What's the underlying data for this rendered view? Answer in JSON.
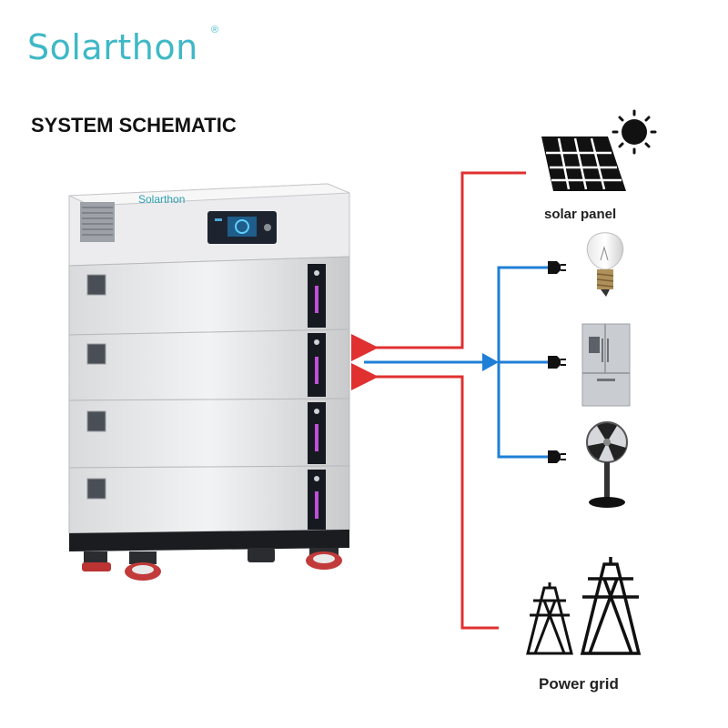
{
  "brand": {
    "name": "Solarthon",
    "registered_mark": "®"
  },
  "title": "SYSTEM SCHEMATIC",
  "battery": {
    "brand_label": "Solarthon",
    "module_count": 4,
    "wheel_count": 4
  },
  "components": {
    "solar_panel": {
      "label": "solar panel",
      "icon": "solar-panel-icon"
    },
    "loads": [
      {
        "icon": "light-bulb-icon"
      },
      {
        "icon": "refrigerator-icon"
      },
      {
        "icon": "fan-icon"
      }
    ],
    "grid": {
      "label": "Power grid",
      "icon": "transmission-tower-icon"
    }
  },
  "colors": {
    "brand": "#3fb8c6",
    "input_line": "#e03030",
    "output_line": "#1f7fd6"
  }
}
